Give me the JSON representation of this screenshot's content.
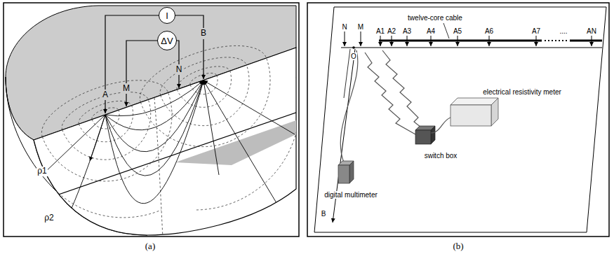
{
  "diagram": {
    "nodes": [
      {
        "text": [
          "I"
        ]
      },
      {
        "text": [
          "ΔV"
        ]
      }
    ],
    "labels": [
      "A",
      "M",
      "N",
      "B",
      "ρ1",
      "ρ2",
      "(a)",
      "twelve-core cable",
      "N",
      "M",
      "O",
      "A1",
      "A2",
      "A3",
      "A4",
      "A5",
      "A6",
      "A7",
      "....",
      "AN",
      "B",
      "switch box",
      "electrical resistivity meter",
      "digital multimeter",
      "(b)"
    ]
  }
}
